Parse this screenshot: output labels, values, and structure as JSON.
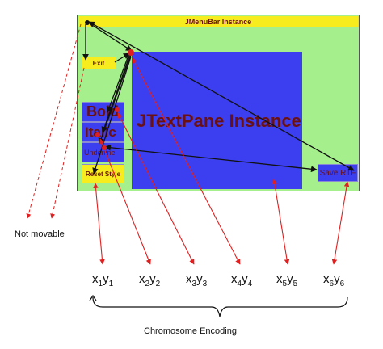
{
  "ui": {
    "menubar_label": "JMenuBar Instance",
    "exit_label": "Exit",
    "textpane_label": "JTextPane Instance",
    "bold_label": "Bold",
    "italic_label": "Italic",
    "underline_label": "Underline",
    "reset_label": "Reset Style",
    "save_label": "Save RTF"
  },
  "notes": {
    "not_movable": "Not movable",
    "encoding": "Chromosome Encoding"
  },
  "genes": [
    {
      "x": "x",
      "xi": "1",
      "y": "y",
      "yi": "1"
    },
    {
      "x": "x",
      "xi": "2",
      "y": "y",
      "yi": "2"
    },
    {
      "x": "x",
      "xi": "3",
      "y": "y",
      "yi": "3"
    },
    {
      "x": "x",
      "xi": "4",
      "y": "y",
      "yi": "4"
    },
    {
      "x": "x",
      "xi": "5",
      "y": "y",
      "yi": "5"
    },
    {
      "x": "x",
      "xi": "6",
      "y": "y",
      "yi": "6"
    }
  ],
  "colors": {
    "panel": "#a5f08c",
    "menubar": "#f7ec1e",
    "textpane": "#3c3ff0",
    "label_text": "#6b1111",
    "mapping_arrow": "#e02020",
    "neighbor_arrow": "#111111"
  }
}
